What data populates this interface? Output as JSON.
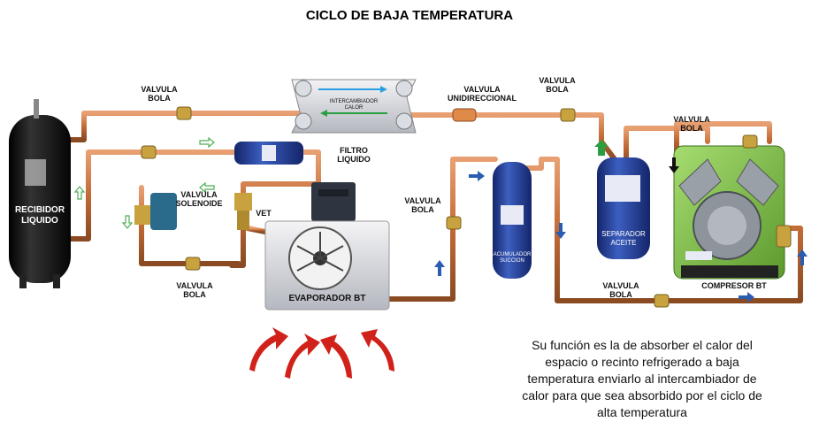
{
  "title": "CICLO DE BAJA TEMPERATURA",
  "components": {
    "receiver": {
      "line1": "RECIBIDOR",
      "line2": "LIQUIDO"
    },
    "heat_exchanger": {
      "line1": "INTERCAMBIADOR",
      "line2": "CALOR"
    },
    "filter": {
      "line1": "FILTRO",
      "line2": "LIQUIDO"
    },
    "solenoid": {
      "line1": "VALVULA",
      "line2": "SOLENOIDE"
    },
    "vet": "VET",
    "evaporator": "EVAPORADOR BT",
    "accumulator": {
      "line1": "ACUMULADOR",
      "line2": "SUCCION"
    },
    "oil_separator": {
      "line1": "SEPARADOR",
      "line2": "ACEITE"
    },
    "compressor": "COMPRESOR BT",
    "check_valve": {
      "line1": "VALVULA",
      "line2": "UNIDIRECCIONAL"
    }
  },
  "ball_valves": [
    {
      "line1": "VALVULA",
      "line2": "BOLA"
    },
    {
      "line1": "VALVULA",
      "line2": "BOLA"
    },
    {
      "line1": "VALVULA",
      "line2": "BOLA"
    },
    {
      "line1": "VALVULA",
      "line2": "BOLA"
    },
    {
      "line1": "VALVULA",
      "line2": "BOLA"
    },
    {
      "line1": "VALVULA",
      "line2": "BOLA"
    }
  ],
  "description": {
    "line1": "Su función es la de absorber el calor del",
    "line2": "espacio o recinto refrigerado a baja",
    "line3": "temperatura enviarlo al intercambiador de",
    "line4": "calor para que sea absorbido por el ciclo de",
    "line5": "alta temperatura"
  },
  "colors": {
    "pipe": "#c8733f",
    "pipe_dark": "#8a4a22",
    "brass": "#c9a240",
    "receiver": "#111111",
    "filter_blue": "#233a8c",
    "compressor_green": "#7fc24a",
    "flow_green": "#4caf50",
    "flow_blue": "#2a5db0",
    "air_red": "#d0221a"
  }
}
